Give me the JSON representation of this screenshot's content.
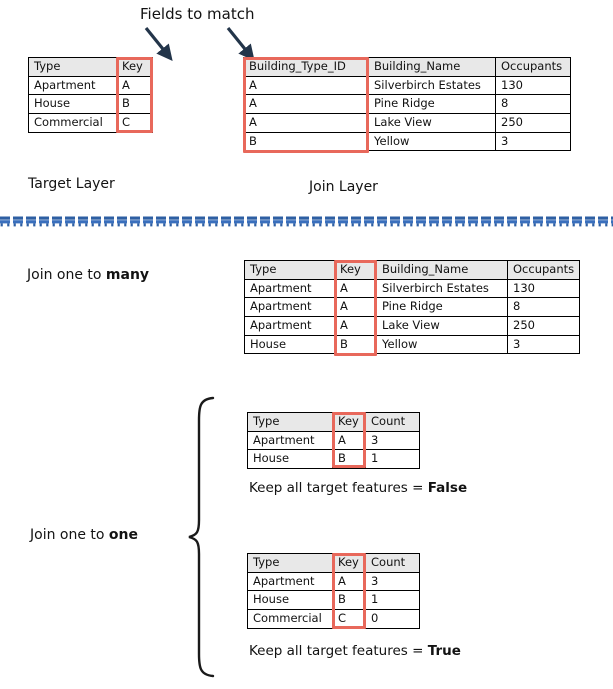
{
  "diagram": {
    "title_annotation": "Fields to match",
    "target_layer_label": "Target Layer",
    "join_layer_label": "Join Layer",
    "join_one_to_many_label_prefix": "Join one to ",
    "join_one_to_many_label_emphasis": "many",
    "join_one_to_one_label_prefix": "Join one to ",
    "join_one_to_one_label_emphasis": "one",
    "keep_false_prefix": "Keep all target features = ",
    "keep_false_emphasis": "False",
    "keep_true_prefix": "Keep all target features = ",
    "keep_true_emphasis": "True"
  },
  "colors": {
    "highlight_red": "#e8685b",
    "header_gray": "#e8e8e8",
    "divider_blue": "#2e5fa3",
    "arrow_dark": "#23354a",
    "text": "#131313"
  },
  "target_table": {
    "headers": [
      "Type",
      "Key"
    ],
    "rows": [
      [
        "Apartment",
        "A"
      ],
      [
        "House",
        "B"
      ],
      [
        "Commercial",
        "C"
      ]
    ]
  },
  "join_table": {
    "headers": [
      "Building_Type_ID",
      "Building_Name",
      "Occupants"
    ],
    "rows": [
      [
        "A",
        "Silverbirch Estates",
        "130"
      ],
      [
        "A",
        "Pine Ridge",
        "8"
      ],
      [
        "A",
        "Lake View",
        "250"
      ],
      [
        "B",
        "Yellow",
        "3"
      ]
    ]
  },
  "one_to_many_table": {
    "headers": [
      "Type",
      "Key",
      "Building_Name",
      "Occupants"
    ],
    "rows": [
      [
        "Apartment",
        "A",
        "Silverbirch Estates",
        "130"
      ],
      [
        "Apartment",
        "A",
        "Pine Ridge",
        "8"
      ],
      [
        "Apartment",
        "A",
        "Lake View",
        "250"
      ],
      [
        "House",
        "B",
        "Yellow",
        "3"
      ]
    ]
  },
  "one_to_one_false_table": {
    "headers": [
      "Type",
      "Key",
      "Count"
    ],
    "rows": [
      [
        "Apartment",
        "A",
        "3"
      ],
      [
        "House",
        "B",
        "1"
      ]
    ]
  },
  "one_to_one_true_table": {
    "headers": [
      "Type",
      "Key",
      "Count"
    ],
    "rows": [
      [
        "Apartment",
        "A",
        "3"
      ],
      [
        "House",
        "B",
        "1"
      ],
      [
        "Commercial",
        "C",
        "0"
      ]
    ]
  },
  "icons": {
    "arrow_left": "arrow-down-right-icon",
    "arrow_right": "arrow-down-right-icon",
    "brace": "curly-brace-icon",
    "divider": "dashed-divider-icon"
  }
}
